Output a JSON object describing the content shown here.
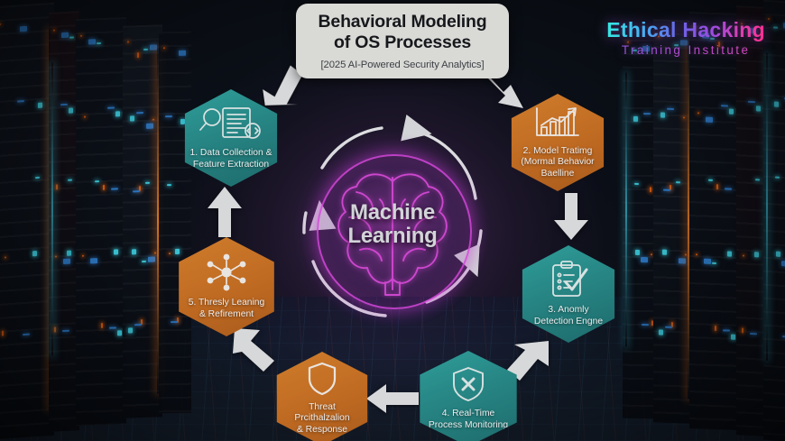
{
  "title_card": {
    "line1": "Behavioral Modeling",
    "line2": "of OS Processes",
    "subtitle": "[2025 AI-Powered Security Analytics]"
  },
  "logo": {
    "brand": "Ethical Hacking",
    "tagline": "Training Institute"
  },
  "center": {
    "label_line1": "Machine",
    "label_line2": "Learning",
    "icon": "brain-icon"
  },
  "colors": {
    "teal": "#2a9b97",
    "orange": "#c4722a",
    "arrow": "#d7d8da",
    "brain_ring": "#d646dc",
    "card_bg": "#d9dad6",
    "background": "#0a0d14"
  },
  "nodes": [
    {
      "id": "data-collection",
      "step": "1",
      "label_line1": "1. Data Collection &",
      "label_line2": "Feature Extraction",
      "color": "teal",
      "icon": "magnifier-document-icon"
    },
    {
      "id": "model-training",
      "step": "2",
      "label_line1": "2. Model Tratimg",
      "label_line2": "(Mormal Behavior",
      "label_line3": "Baelline",
      "color": "orange",
      "icon": "bar-chart-icon"
    },
    {
      "id": "anomaly-detection",
      "step": "3",
      "label_line1": "3. Anomly",
      "label_line2": "Detection Engne",
      "color": "teal",
      "icon": "clipboard-check-icon"
    },
    {
      "id": "process-monitoring",
      "step": "4",
      "label_line1": "4. Real-Time",
      "label_line2": "Process Monitoring",
      "color": "teal",
      "icon": "shield-x-icon"
    },
    {
      "id": "threat-response",
      "step": "",
      "label_line1": "Threat",
      "label_line2": "Prcithalzalion",
      "label_line3": "& Response",
      "color": "orange",
      "icon": "shield-icon"
    },
    {
      "id": "threshold-learning",
      "step": "5",
      "label_line1": "5. Thresly Leaning",
      "label_line2": "& Refirement",
      "color": "orange",
      "icon": "network-nodes-icon"
    }
  ],
  "flow_arrows": [
    {
      "from": "data-collection",
      "to": "title-card",
      "direction": "up-right"
    },
    {
      "from": "title-card",
      "to": "model-training",
      "direction": "down-right"
    },
    {
      "from": "model-training",
      "to": "anomaly-detection",
      "direction": "down"
    },
    {
      "from": "anomaly-detection",
      "to": "process-monitoring",
      "direction": "down-left"
    },
    {
      "from": "process-monitoring",
      "to": "threat-response",
      "direction": "left"
    },
    {
      "from": "threat-response",
      "to": "threshold-learning",
      "direction": "up-left"
    },
    {
      "from": "threshold-learning",
      "to": "data-collection",
      "direction": "up"
    }
  ],
  "cycle_arcs": [
    {
      "name": "cycle-arc-top",
      "direction": "clockwise"
    },
    {
      "name": "cycle-arc-right",
      "direction": "clockwise"
    },
    {
      "name": "cycle-arc-left",
      "direction": "clockwise"
    }
  ]
}
